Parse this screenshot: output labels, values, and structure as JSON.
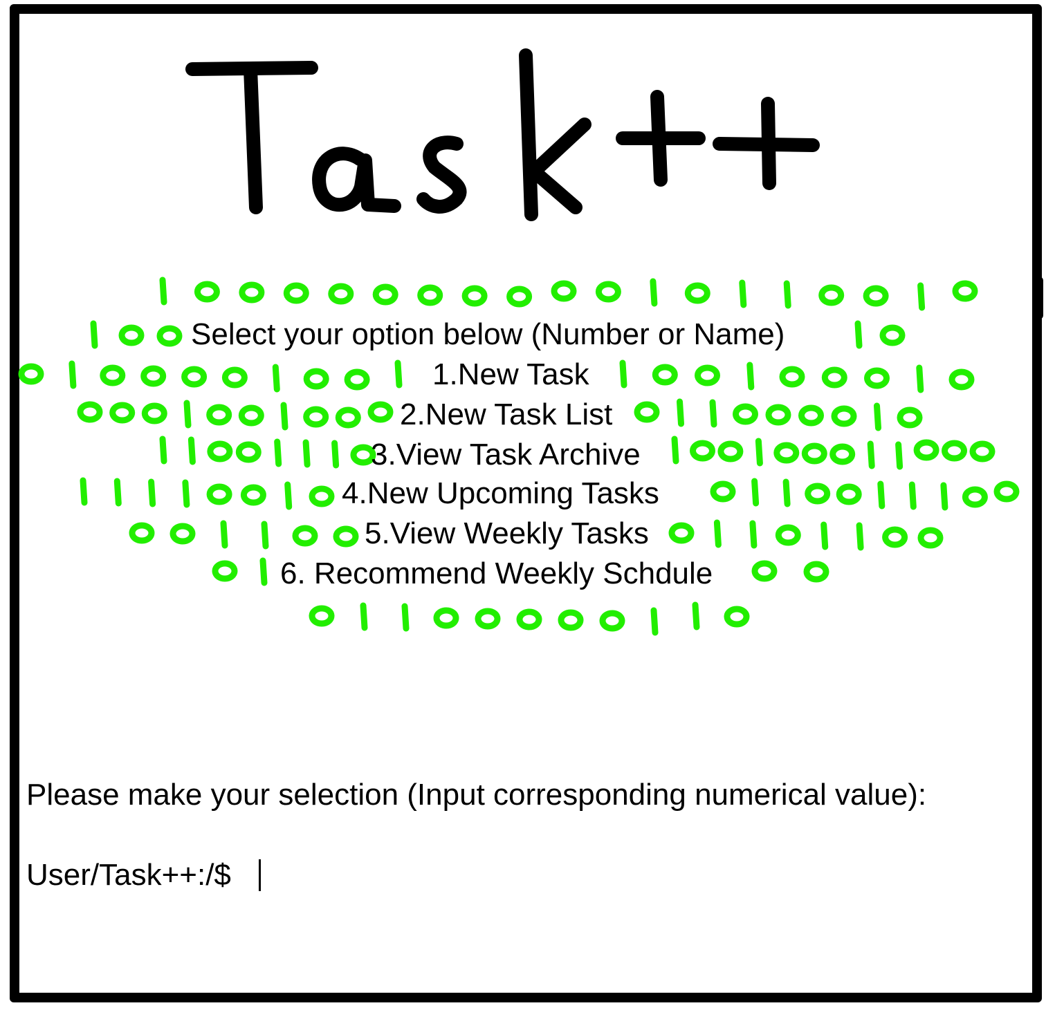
{
  "app": {
    "title": "Task++"
  },
  "menu": {
    "heading": "Select your option below (Number or Name)",
    "options": [
      "1.New Task",
      "2.New Task List",
      "3.View Task Archive",
      "4.New Upcoming Tasks",
      "5.View Weekly Tasks",
      "6. Recommend Weekly Schdule"
    ]
  },
  "prompt": {
    "text": "Please make your selection (Input corresponding numerical value):"
  },
  "terminal": {
    "path": "User/Task++:/$",
    "value": ""
  },
  "colors": {
    "binary_green": "#22ee00",
    "ink": "#000000",
    "background": "#ffffff"
  }
}
